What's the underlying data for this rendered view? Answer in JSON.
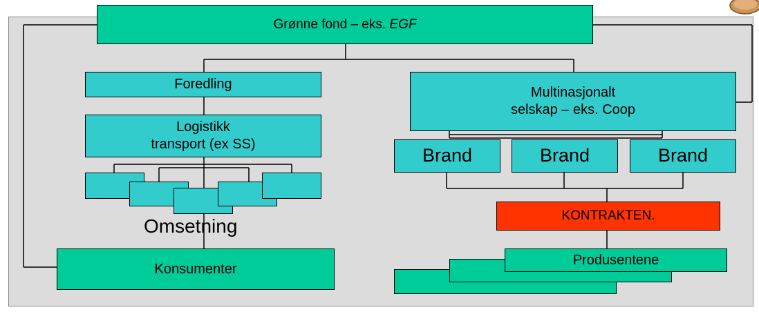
{
  "diagram": {
    "top_fund": {
      "text": "Grønne fond – eks. ",
      "italic": "EGF"
    },
    "foredling": "Foredling",
    "logistikk": {
      "line1": "Logistikk",
      "line2": "transport (ex SS)"
    },
    "omsetning": "Omsetning",
    "konsumenter": "Konsumenter",
    "multinational": {
      "line1": "Multinasjonalt",
      "line2": "selskap – eks. Coop"
    },
    "brands": [
      "Brand",
      "Brand",
      "Brand"
    ],
    "kontrakten": "KONTRAKTEN.",
    "produsentene": "Produsentene"
  },
  "colors": {
    "teal": "#33cccc",
    "green": "#00cc99",
    "red": "#ff3300",
    "panel": "#dcdcdc"
  }
}
